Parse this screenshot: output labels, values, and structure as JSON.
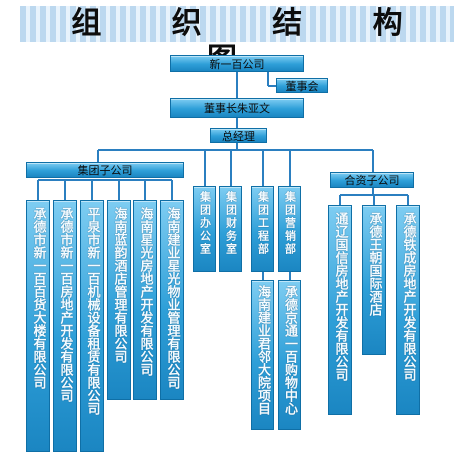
{
  "title": "组 织 结 构 图",
  "nodes": {
    "root": "新一百公司",
    "board": "董事会",
    "chairman": "董事长朱亚文",
    "gm": "总经理",
    "group_subs": "集团子公司",
    "joint_subs": "合资子公司",
    "dept_office": "集团办公室",
    "dept_finance": "集团财务室",
    "dept_engineering": "集团工程部",
    "dept_marketing": "集团营销部",
    "proj_engineering": "海南建业君邻大院项目",
    "proj_marketing": "承德京通一百购物中心"
  },
  "group_companies": [
    "承德市新一百百货大楼有限公司",
    "承德市新一百房地产开发有限公司",
    "平泉市新一百机械设备租赁有限公司",
    "海南蓝韵酒店管理有限公司",
    "海南星光房地产开发有限公司",
    "海南建业星光物业管理有限公司"
  ],
  "joint_companies": [
    "通辽国信房地产开发有限公司",
    "承德王朝国际酒店",
    "承德铁成房地产开发有限公司"
  ]
}
